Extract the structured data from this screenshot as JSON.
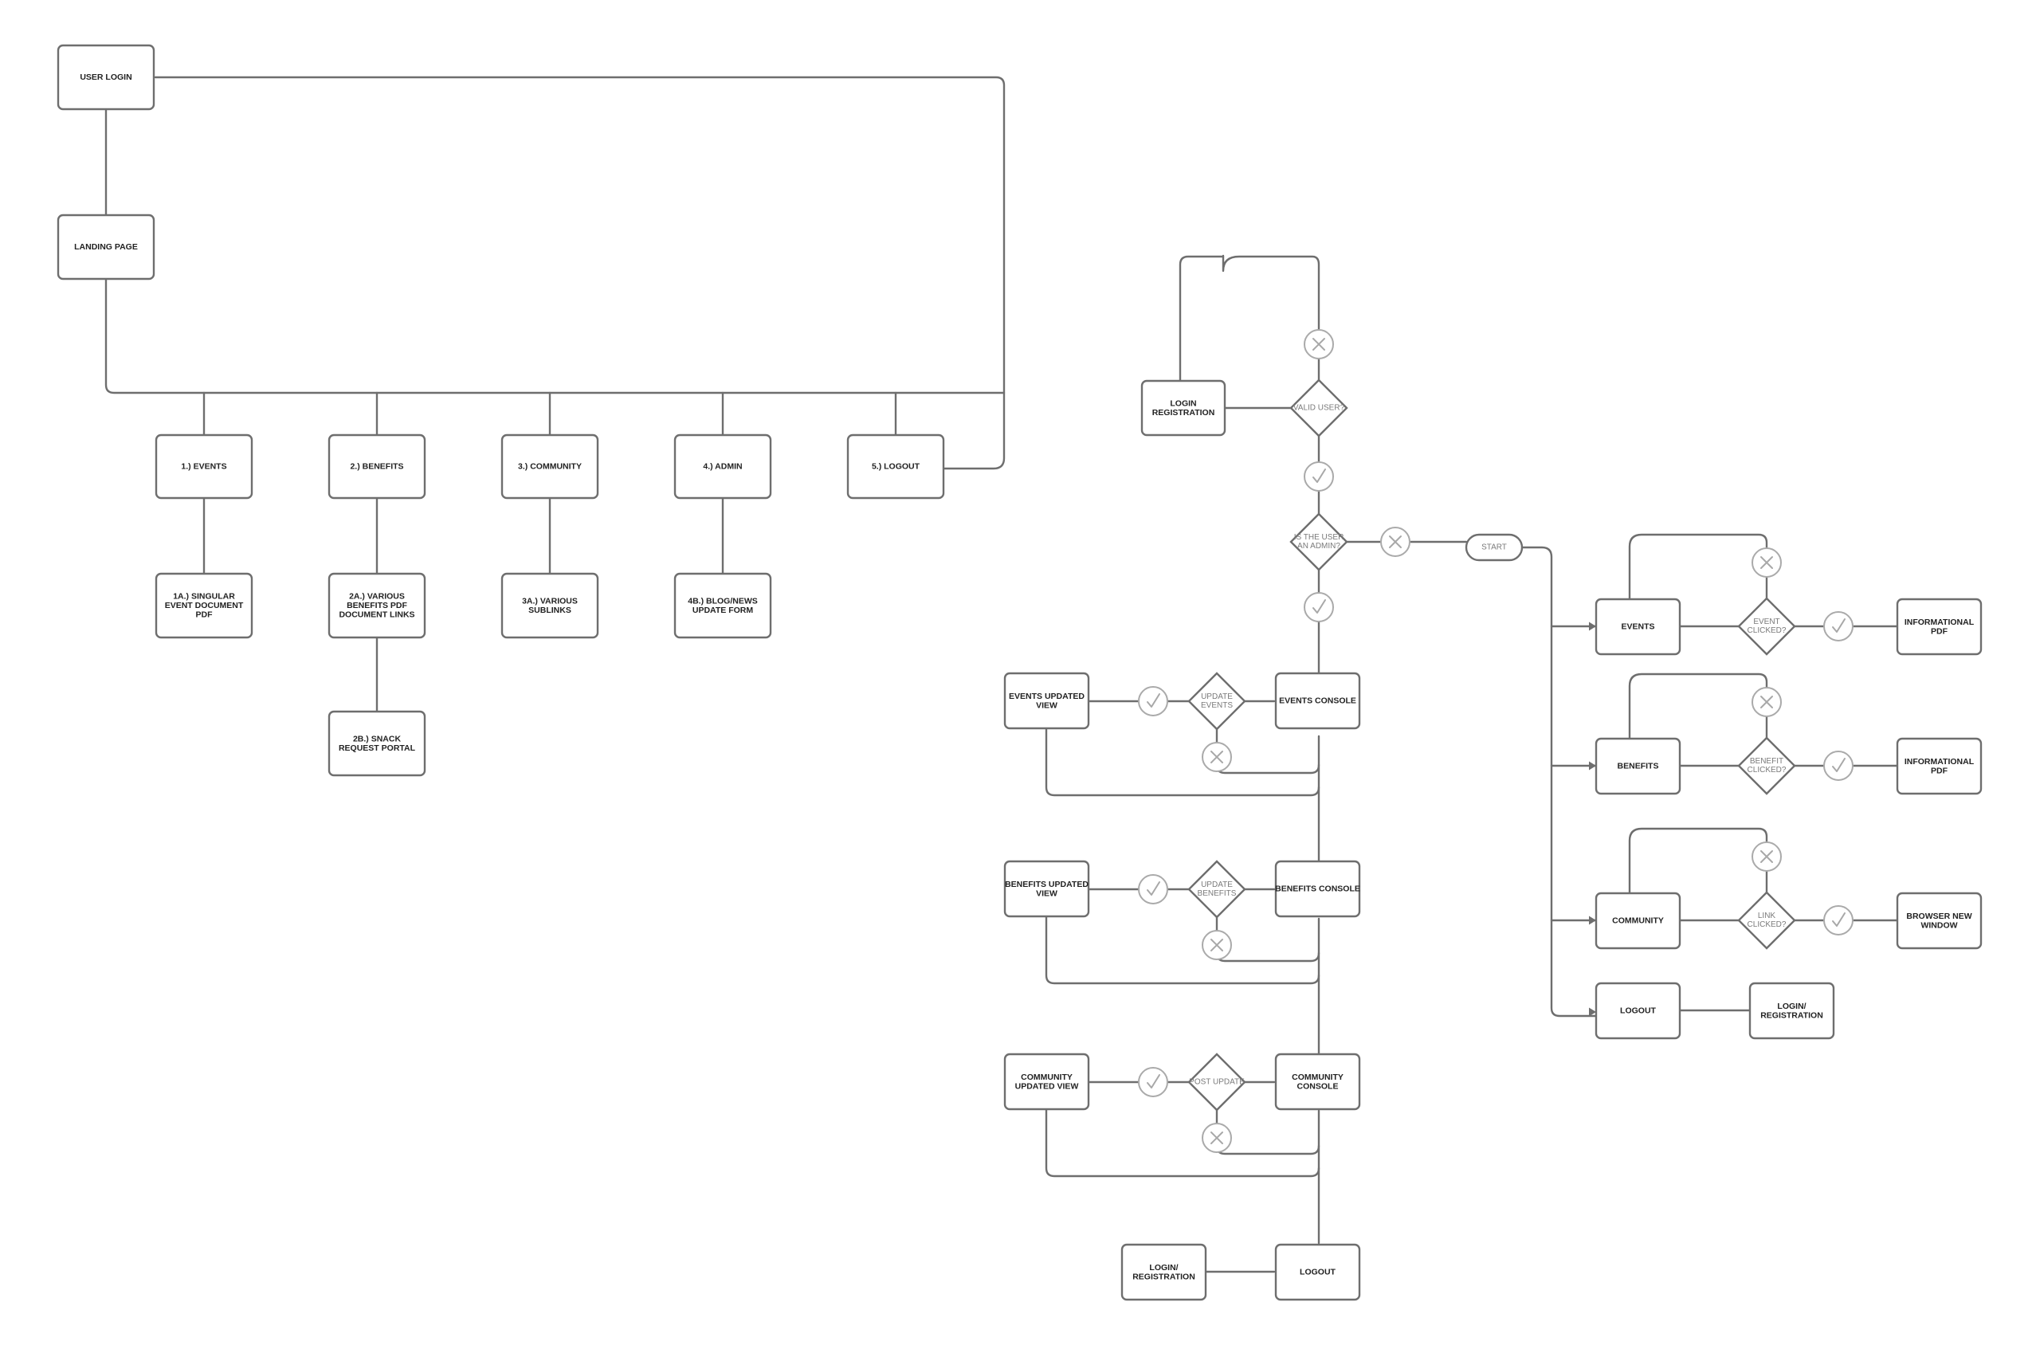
{
  "sitemap": {
    "user_login": "USER LOGIN",
    "landing_page": "LANDING PAGE",
    "events": "1.) EVENTS",
    "benefits": "2.) BENEFITS",
    "community": "3.) COMMUNITY",
    "admin": "4.) ADMIN",
    "logout": "5.) LOGOUT",
    "events_sub": [
      "1A.) SINGULAR",
      "EVENT DOCUMENT",
      "PDF"
    ],
    "benefits_sub_a": [
      "2A.) VARIOUS",
      "BENEFITS PDF",
      "DOCUMENT LINKS"
    ],
    "benefits_sub_b": [
      "2B.) SNACK",
      "REQUEST PORTAL"
    ],
    "community_sub": [
      "3A.) VARIOUS",
      "SUBLINKS"
    ],
    "admin_sub": [
      "4B.) BLOG/NEWS",
      "UPDATE FORM"
    ]
  },
  "flow": {
    "login_registration": [
      "LOGIN",
      "REGISTRATION"
    ],
    "valid_user": [
      "VALID USER?"
    ],
    "is_admin": [
      "IS THE USER",
      "AN ADMIN?"
    ],
    "start": "START",
    "events_console": [
      "EVENTS CONSOLE"
    ],
    "update_events": [
      "UPDATE",
      "EVENTS"
    ],
    "events_updated_view": [
      "EVENTS UPDATED",
      "VIEW"
    ],
    "benefits_console": [
      "BENEFITS CONSOLE"
    ],
    "update_benefits": [
      "UPDATE",
      "BENEFITS"
    ],
    "benefits_updated_view": [
      "BENEFITS UPDATED",
      "VIEW"
    ],
    "community_console": [
      "COMMUNITY",
      "CONSOLE"
    ],
    "post_update": [
      "POST UPDATE"
    ],
    "community_updated_view": [
      "COMMUNITY",
      "UPDATED VIEW"
    ],
    "admin_logout": [
      "LOGOUT"
    ],
    "admin_login_registration": [
      "LOGIN/",
      "REGISTRATION"
    ],
    "user_events": [
      "EVENTS"
    ],
    "event_clicked": [
      "EVENT",
      "CLICKED?"
    ],
    "events_pdf": [
      "INFORMATIONAL",
      "PDF"
    ],
    "user_benefits": [
      "BENEFITS"
    ],
    "benefit_clicked": [
      "BENEFIT",
      "CLICKED?"
    ],
    "benefits_pdf": [
      "INFORMATIONAL",
      "PDF"
    ],
    "user_community": [
      "COMMUNITY"
    ],
    "link_clicked": [
      "LINK",
      "CLICKED?"
    ],
    "browser_window": [
      "BROWSER NEW",
      "WINDOW"
    ],
    "user_logout": [
      "LOGOUT"
    ],
    "user_login_registration": [
      "LOGIN/",
      "REGISTRATION"
    ]
  },
  "icons": {
    "yes": "check-icon",
    "no": "x-icon"
  },
  "colors": {
    "line": "#6e6e6e",
    "text": "#222222",
    "muted": "#7a7a7a",
    "background": "#ffffff"
  }
}
